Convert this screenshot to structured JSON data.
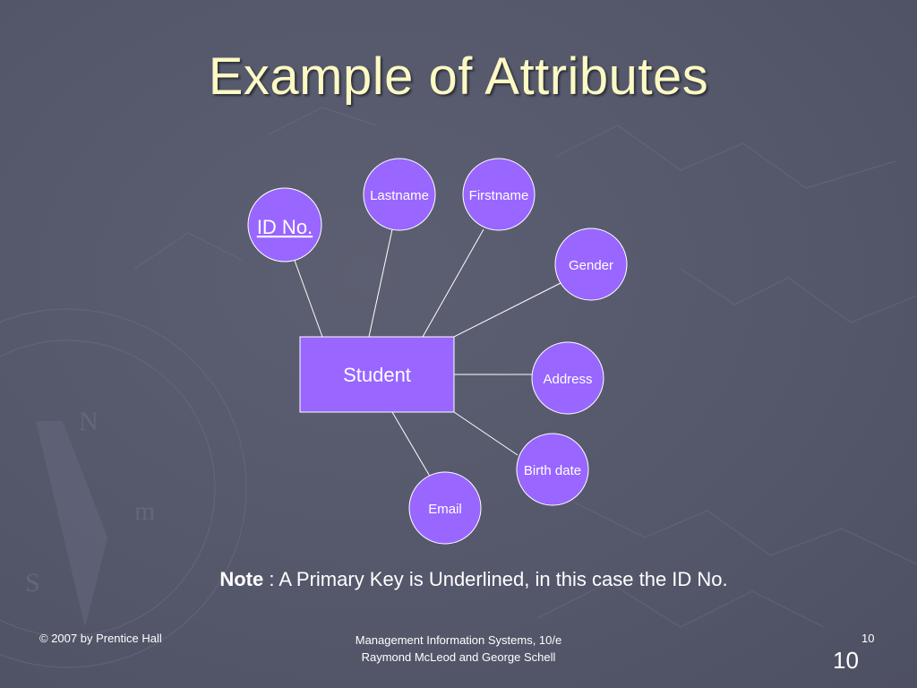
{
  "title": "Example of Attributes",
  "entity": {
    "label": "Student"
  },
  "attributes": [
    {
      "id": "id-no",
      "label": "ID No.",
      "primary_key": true
    },
    {
      "id": "lastname",
      "label": "Lastname",
      "primary_key": false
    },
    {
      "id": "firstname",
      "label": "Firstname",
      "primary_key": false
    },
    {
      "id": "gender",
      "label": "Gender",
      "primary_key": false
    },
    {
      "id": "address",
      "label": "Address",
      "primary_key": false
    },
    {
      "id": "birth-date",
      "label": "Birth date",
      "primary_key": false
    },
    {
      "id": "email",
      "label": "Email",
      "primary_key": false
    }
  ],
  "note": {
    "bold": "Note",
    "text": " : A Primary Key is Underlined, in this case the ID No."
  },
  "footer": {
    "left": "© 2007 by Prentice Hall",
    "center_line1": "Management Information Systems, 10/e",
    "center_line2": "Raymond McLeod and George Schell",
    "right": "10"
  },
  "slide_number": "10",
  "colors": {
    "title": "#fcf9c4",
    "node_fill": "#9966ff",
    "node_stroke": "#ffffff",
    "background": "#56596a"
  }
}
